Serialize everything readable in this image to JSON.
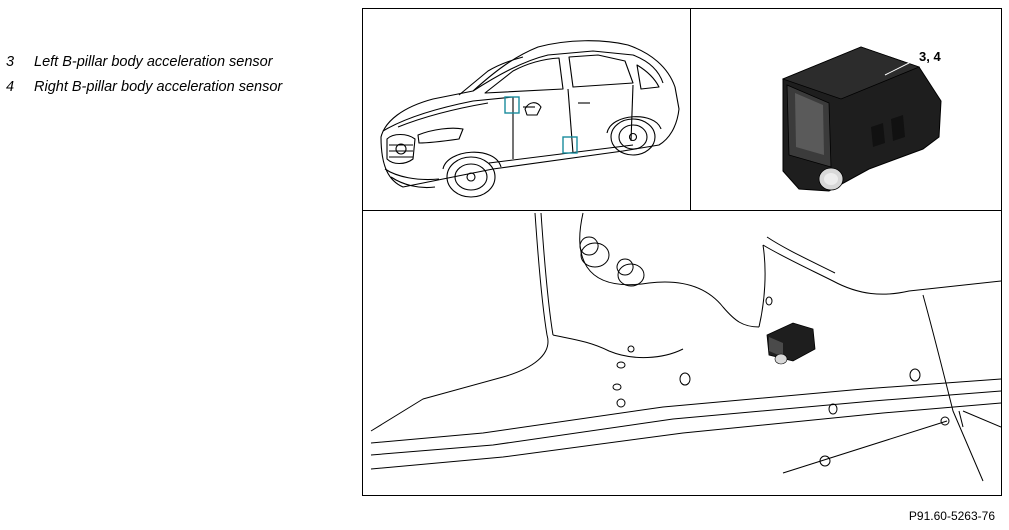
{
  "legend": [
    {
      "num": "3",
      "text": "Left B-pillar body acceleration sensor"
    },
    {
      "num": "4",
      "text": "Right B-pillar body acceleration sensor"
    }
  ],
  "callout": "3, 4",
  "figure_ref": "P91.60-5263-76",
  "colors": {
    "marker": "#1a8c9c",
    "sensor_dark": "#1e1e1e",
    "line": "#000000"
  }
}
